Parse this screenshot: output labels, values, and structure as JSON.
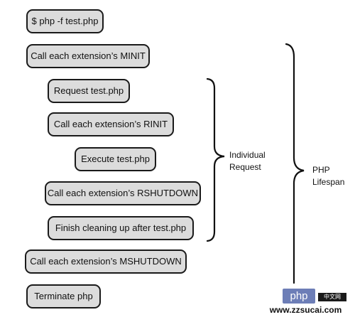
{
  "diagram": {
    "steps": [
      "$ php -f test.php",
      "Call each extension’s MINIT",
      "Request test.php",
      "Call each extension’s RINIT",
      "Execute test.php",
      "Call each extension’s RSHUTDOWN",
      "Finish cleaning up after test.php",
      "Call each extension’s MSHUTDOWN",
      "Terminate php"
    ],
    "request_label": "Individual\nRequest",
    "lifespan_label": "PHP\nLifespan"
  },
  "watermark": {
    "logo": "php",
    "tag": "中文网",
    "url": "www.zzsucai.com"
  }
}
